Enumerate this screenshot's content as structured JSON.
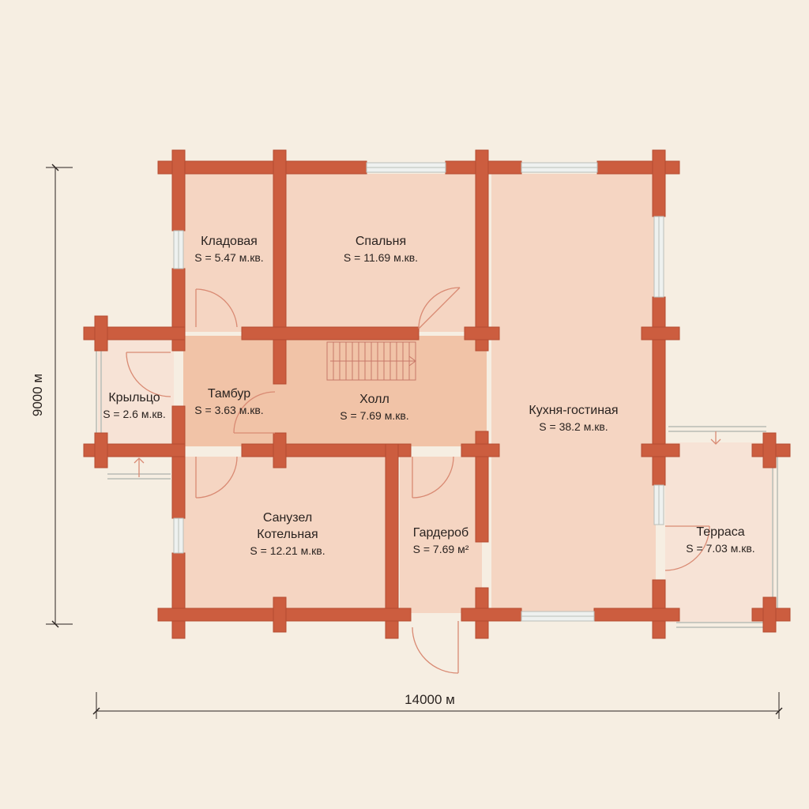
{
  "rooms": {
    "kladovaya": {
      "name": "Кладовая",
      "area": "S = 5.47 м.кв."
    },
    "spalnya": {
      "name": "Спальня",
      "area": "S = 11.69 м.кв."
    },
    "krylco": {
      "name": "Крыльцо",
      "area": "S = 2.6 м.кв."
    },
    "tambur": {
      "name": "Тамбур",
      "area": "S = 3.63 м.кв."
    },
    "holl": {
      "name": "Холл",
      "area": "S = 7.69 м.кв."
    },
    "kuhnya": {
      "name": "Кухня-гостиная",
      "area": "S = 38.2 м.кв."
    },
    "sanuzel": {
      "name": "Санузел",
      "name2": "Котельная",
      "area": "S = 12.21 м.кв."
    },
    "garderob": {
      "name": "Гардероб",
      "area": "S = 7.69 м²"
    },
    "terrasa": {
      "name": "Терраса",
      "area": "S = 7.03 м.кв."
    }
  },
  "dimensions": {
    "height": "9000 м",
    "width": "14000 м"
  },
  "colors": {
    "background": "#f6eee2",
    "room_fill": "#f5d5c2",
    "hall_fill": "#f1c3a7",
    "wall": "#cc5d3f",
    "window": "#eef1ef",
    "door": "#d98a73"
  }
}
